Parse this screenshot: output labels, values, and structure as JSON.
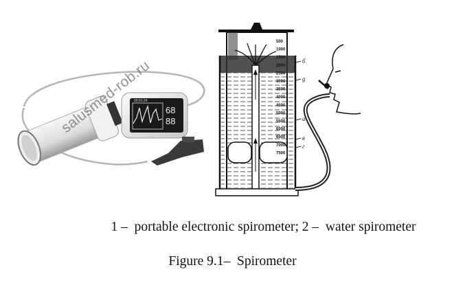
{
  "figure": {
    "panels": [
      {
        "id": 1,
        "subject": "portable electronic spirometer",
        "screen_text": "00:01:24",
        "screen_digits": [
          "68",
          "88"
        ],
        "watermark": "salusmed-rob.ru"
      },
      {
        "id": 2,
        "subject": "water spirometer",
        "scale_labels": [
          "500",
          "1000",
          "1500",
          "2000",
          "2500",
          "3000",
          "3500",
          "4000",
          "4500",
          "5000",
          "5500",
          "6000",
          "6500",
          "7000",
          "7500"
        ],
        "part_labels": [
          "б",
          "g",
          "a",
          "в",
          "г"
        ]
      }
    ]
  },
  "captions": {
    "legend": "1 –  portable electronic spirometer; 2 –  water spirometer",
    "title": "Figure 9.1–  Spirometer"
  },
  "colors": {
    "ink": "#111111",
    "device_body": "#e9e9e9",
    "screen": "#1a1a1a",
    "water_hatch": "#555555"
  }
}
